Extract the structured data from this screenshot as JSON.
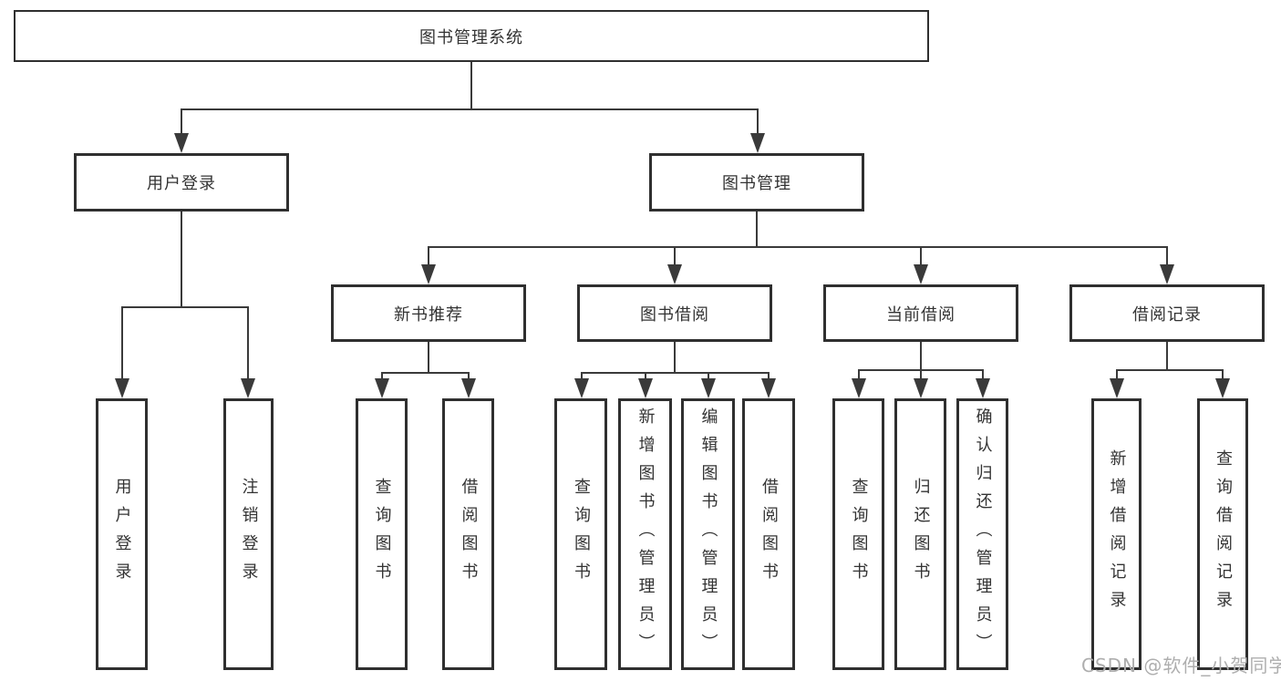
{
  "diagram": {
    "root": "图书管理系统",
    "branches": {
      "user_login": {
        "label": "用户登录",
        "children": [
          "用户登录",
          "注销登录"
        ]
      },
      "book_mgmt": {
        "label": "图书管理",
        "children": {
          "new_books": {
            "label": "新书推荐",
            "children": [
              "查询图书",
              "借阅图书"
            ]
          },
          "borrow": {
            "label": "图书借阅",
            "children": [
              "查询图书",
              "新增图书（管理员）",
              "编辑图书（管理员）",
              "借阅图书"
            ]
          },
          "current": {
            "label": "当前借阅",
            "children": [
              "查询图书",
              "归还图书",
              "确认归还（管理员）"
            ]
          },
          "records": {
            "label": "借阅记录",
            "children": [
              "新增借阅记录",
              "查询借阅记录"
            ]
          }
        }
      }
    }
  },
  "watermark": {
    "text": "CSDN @软件_小贺同学"
  },
  "colors": {
    "background": "#ffffff",
    "line": "#3a3a3a",
    "box_border": "#2f2f2f",
    "text": "#333333",
    "watermark_text": "#aeaeae"
  }
}
